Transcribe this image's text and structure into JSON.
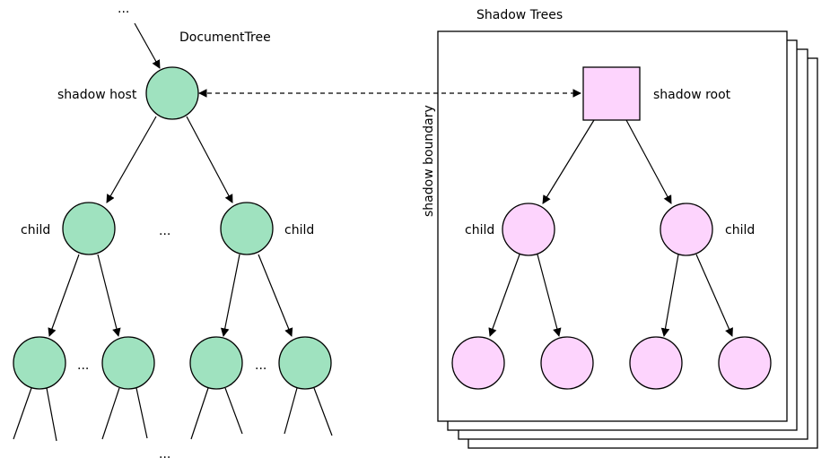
{
  "labels": {
    "document_tree": "DocumentTree",
    "shadow_trees": "Shadow Trees",
    "shadow_host": "shadow host",
    "shadow_root": "shadow root",
    "shadow_boundary": "shadow boundary",
    "child": "child",
    "ellipsis": "..."
  },
  "colors": {
    "document_node_fill": "#9fe2bf",
    "shadow_node_fill": "#fdd4fd",
    "stroke": "#000000"
  }
}
